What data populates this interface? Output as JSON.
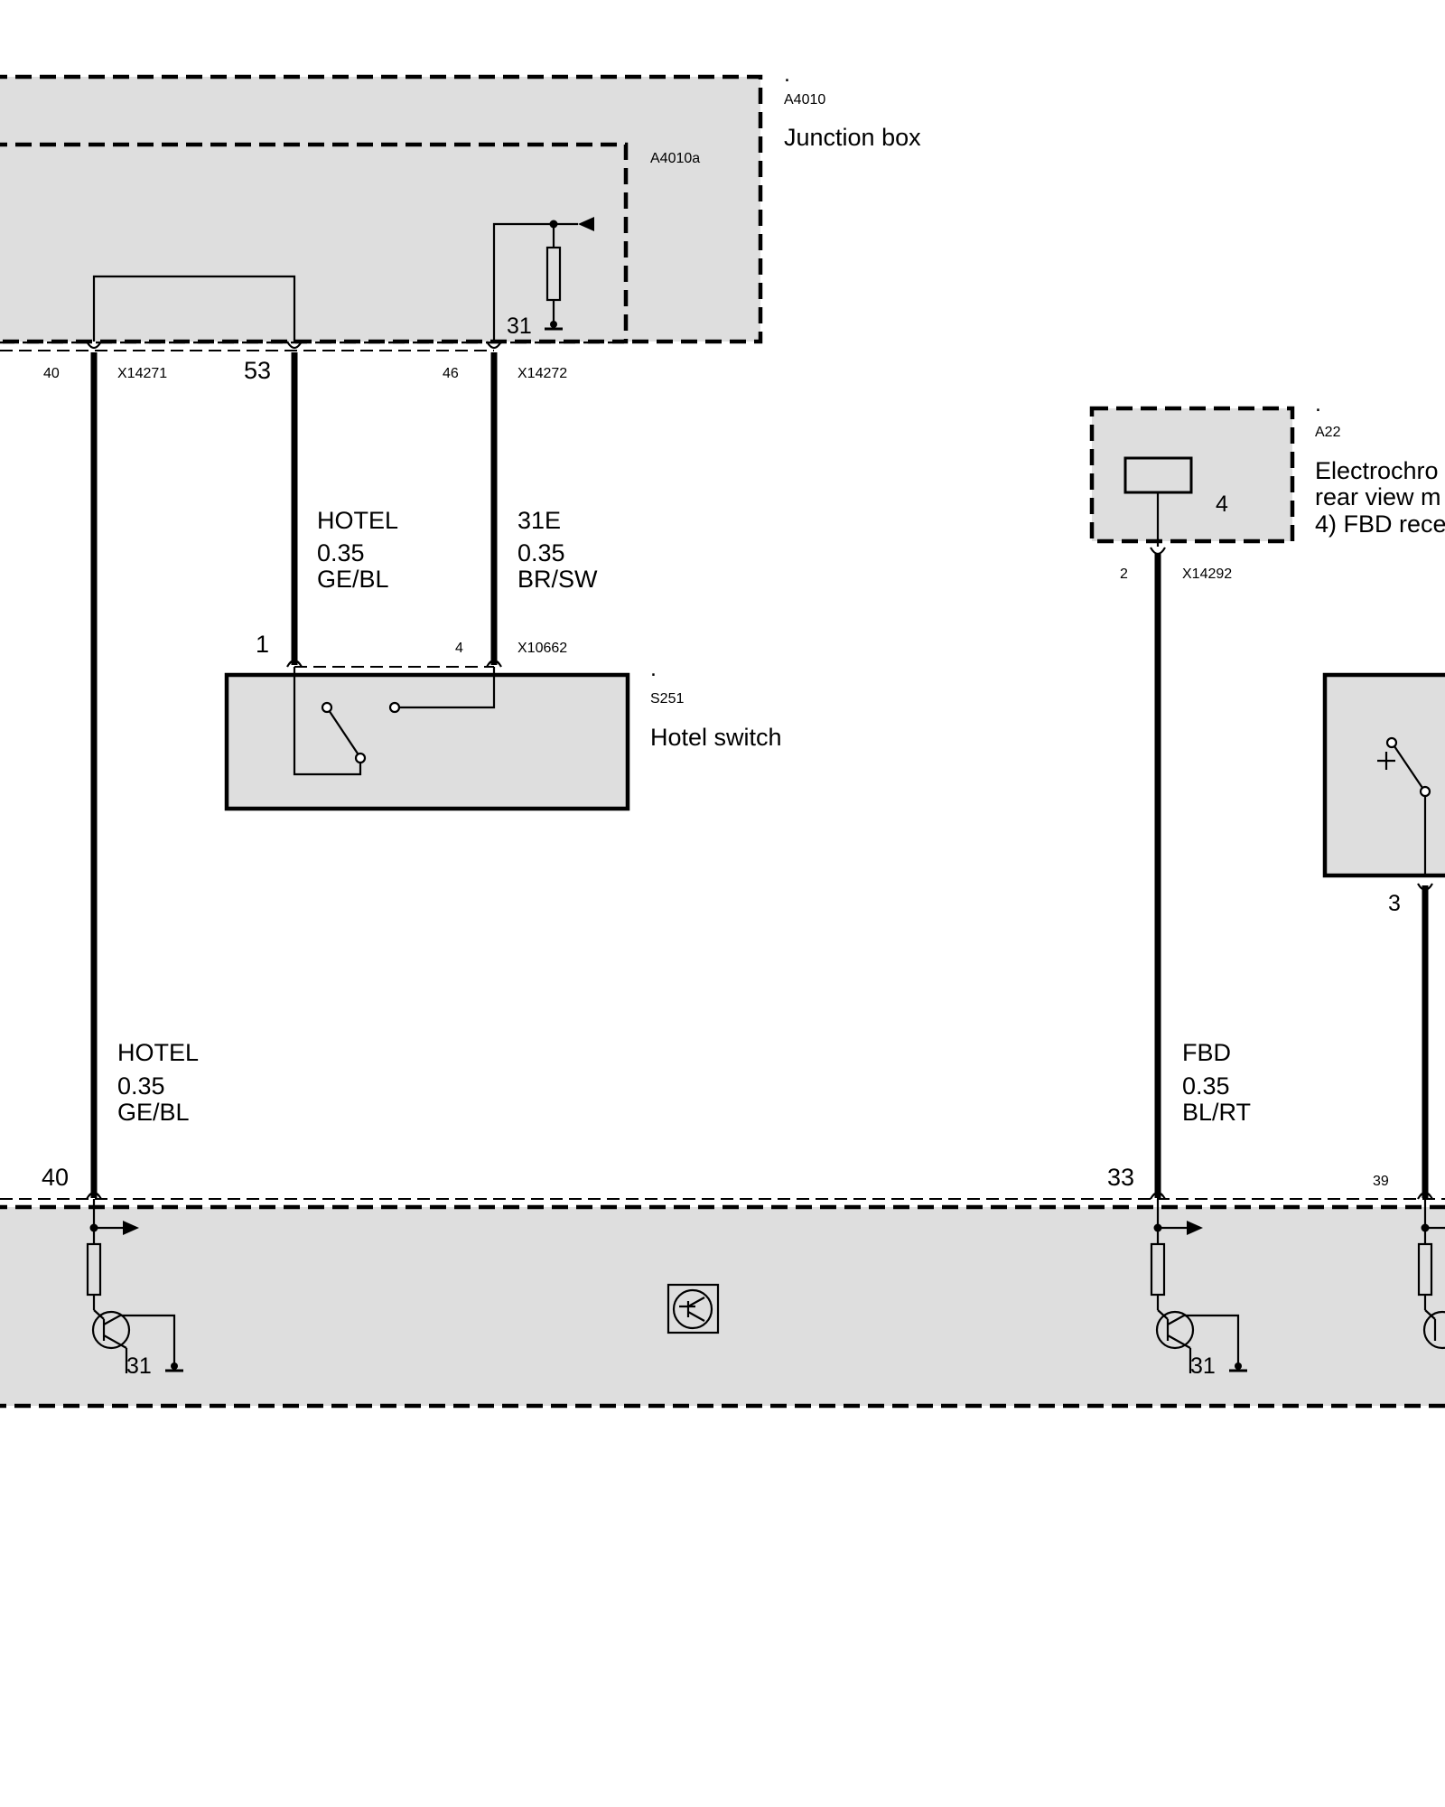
{
  "components": {
    "a4010": {
      "dot": ".",
      "id": "A4010",
      "name": "Junction box",
      "sub_id": "A4010a",
      "ground": "31"
    },
    "a22": {
      "dot": ".",
      "id": "A22",
      "name_lines": [
        "Electrochro",
        "rear view m",
        "4) FBD rece"
      ],
      "pin": "4"
    },
    "s251": {
      "dot": ".",
      "id": "S251",
      "name": "Hotel switch"
    },
    "right_switch": {
      "pin": "3"
    },
    "bottom_module": {
      "left_ground": "31",
      "mid_ground": "31"
    }
  },
  "connectors": {
    "x14271": {
      "id": "X14271",
      "pin_left": "40",
      "pin_right": "53"
    },
    "x14272": {
      "id": "X14272",
      "pin": "46"
    },
    "x10662": {
      "id": "X10662",
      "pin_left": "1",
      "pin_right": "4"
    },
    "x14292": {
      "id": "X14292",
      "pin": "2"
    },
    "bottom": {
      "pin_a": "40",
      "pin_b": "33",
      "pin_c": "39"
    }
  },
  "wires": [
    {
      "signal": "HOTEL",
      "size": "0.35",
      "color": "GE/BL"
    },
    {
      "signal": "31E",
      "size": "0.35",
      "color": "BR/SW"
    },
    {
      "signal": "HOTEL",
      "size": "0.35",
      "color": "GE/BL"
    },
    {
      "signal": "FBD",
      "size": "0.35",
      "color": "BL/RT"
    }
  ]
}
